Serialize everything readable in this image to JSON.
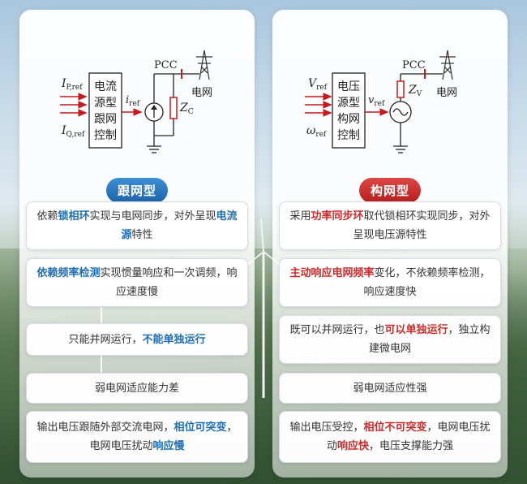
{
  "colors": {
    "blue_accent": "#1f6fb8",
    "red_accent": "#d02a2a",
    "circuit_red": "#c8191e"
  },
  "left": {
    "title": "跟网型",
    "diagram": {
      "block_line1": "电流",
      "block_line2": "源型",
      "block_line3": "跟网",
      "block_line4": "控制",
      "input1": "I",
      "input1_sub": "P,ref",
      "input2": "I",
      "input2_sub": "Q,ref",
      "output": "i",
      "output_sub": "ref",
      "impedance": "Z",
      "impedance_sub": "C",
      "pcc": "PCC",
      "grid": "电网"
    },
    "cards": [
      {
        "t1": "依赖",
        "h1": "锁相环",
        "t2": "实现与电网同步，对外呈现",
        "h2": "电流源",
        "t3": "特性"
      },
      {
        "h1": "依赖频率检测",
        "t1": "实现惯量响应和一次调频，响应速度慢"
      },
      {
        "t1": "只能并网运行，",
        "h1": "不能单独运行"
      },
      {
        "t1": "弱电网适应能力差"
      },
      {
        "t1": "输出电压跟随外部交流电网，",
        "h1": "相位可突变",
        "t2": "，电网电压扰动",
        "h2": "响应慢"
      }
    ]
  },
  "right": {
    "title": "构网型",
    "diagram": {
      "block_line1": "电压",
      "block_line2": "源型",
      "block_line3": "构网",
      "block_line4": "控制",
      "input1": "V",
      "input1_sub": "ref",
      "input2": "ω",
      "input2_sub": "ref",
      "output": "v",
      "output_sub": "ref",
      "impedance": "Z",
      "impedance_sub": "V",
      "pcc": "PCC",
      "grid": "电网"
    },
    "cards": [
      {
        "t1": "采用",
        "h1": "功率同步环",
        "t2": "取代锁相环实现同步，对外呈现电压源特性"
      },
      {
        "h1": "主动响应电网频率",
        "t1": "变化，不依赖频率检测，响应速度快"
      },
      {
        "t1": "既可以并网运行，也",
        "h1": "可以单独运行",
        "t2": "，独立构建微电网"
      },
      {
        "t1": "弱电网适应性强"
      },
      {
        "t1": "输出电压受控，",
        "h1": "相位不可突变",
        "t2": "，电网电压扰动",
        "h2": "响应快",
        "t3": "，电压支撑能力强"
      }
    ]
  }
}
